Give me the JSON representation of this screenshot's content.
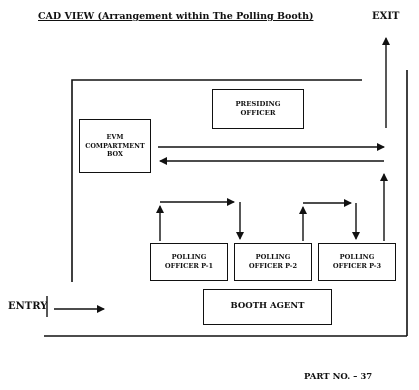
{
  "title": "CAD VIEW (Arrangement within The Polling Booth)",
  "exit_label": "EXIT",
  "entry_label": "ENTRY",
  "part_no": "PART NO. – 37",
  "boxes": {
    "presiding": [
      "PRESIDING",
      "OFFICER"
    ],
    "evm": [
      "EVM",
      "COMPARTMENT",
      "BOX"
    ],
    "p1": [
      "POLLING",
      "OFFICER P-1"
    ],
    "p2": [
      "POLLING",
      "OFFICER P-2"
    ],
    "p3": [
      "POLLING",
      "OFFICER P-3"
    ],
    "agent": "BOOTH AGENT"
  }
}
